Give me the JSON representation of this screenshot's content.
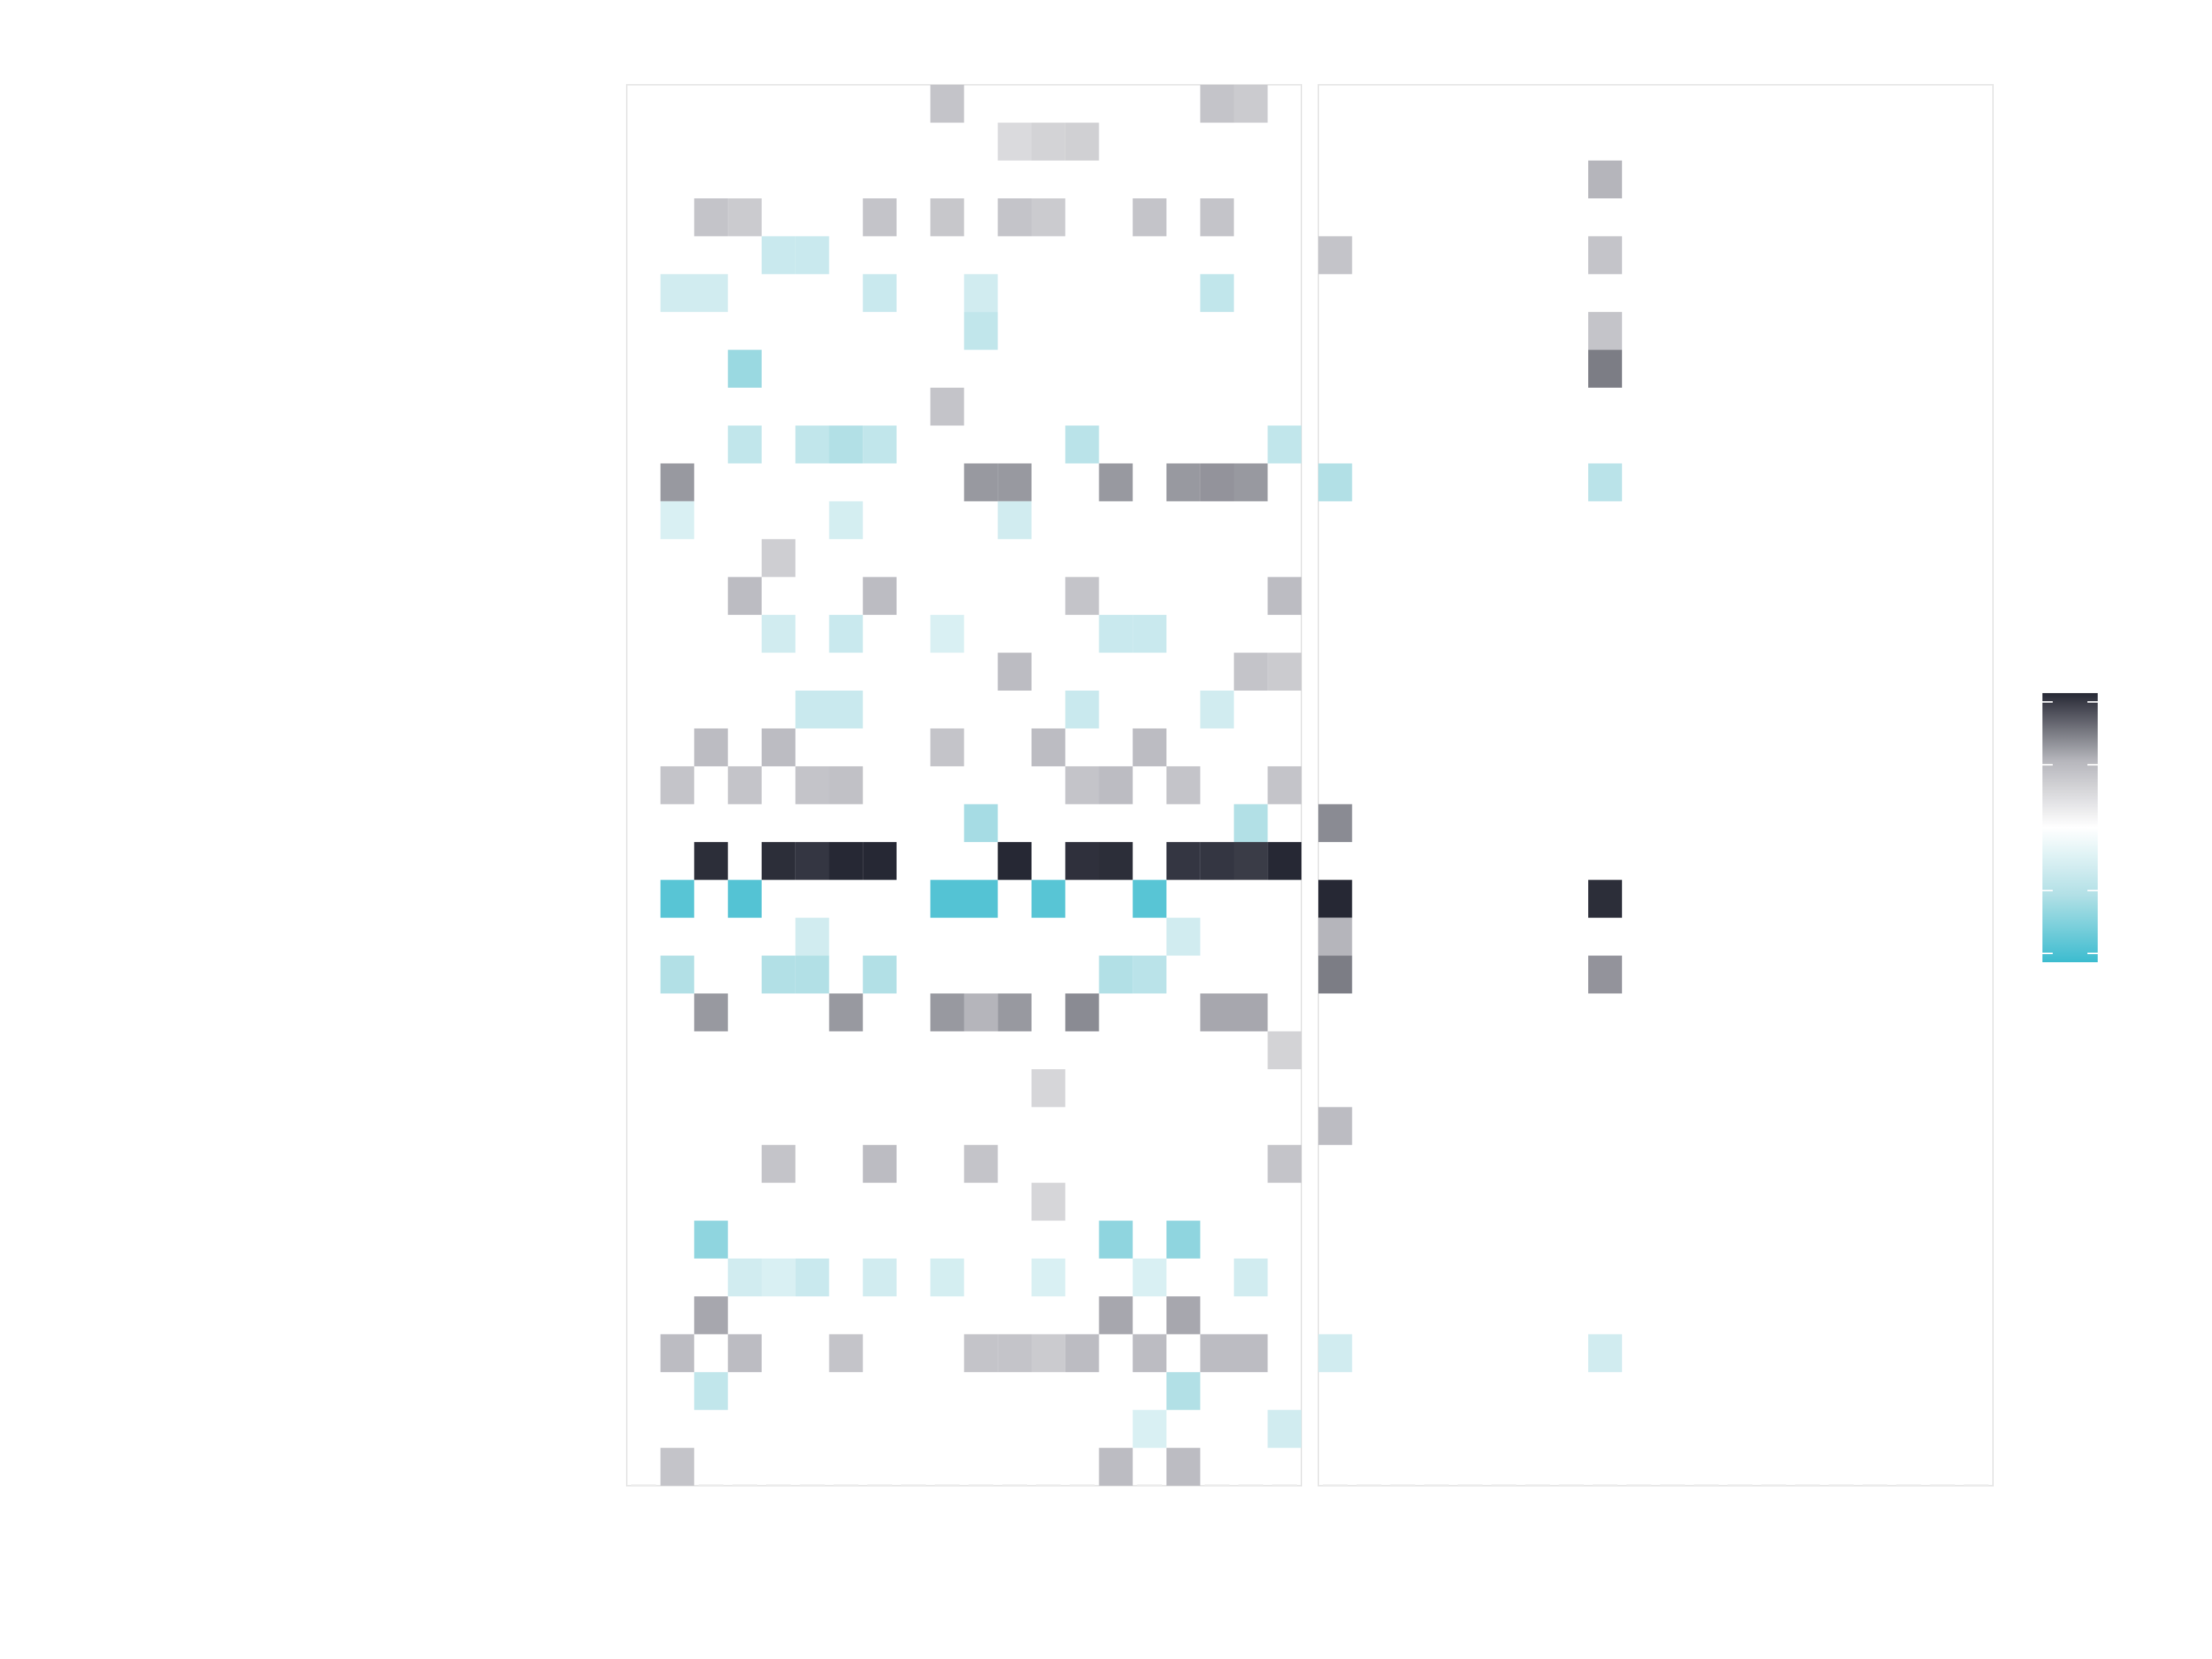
{
  "chart_data": {
    "type": "heatmap",
    "panels": [
      {
        "name": "",
        "rows": 37,
        "cols": 20,
        "cells": [
          [
            0,
            9,
            -0.4
          ],
          [
            0,
            17,
            -0.4
          ],
          [
            0,
            18,
            -0.35
          ],
          [
            1,
            11,
            -0.25
          ],
          [
            1,
            12,
            -0.3
          ],
          [
            1,
            13,
            -0.32
          ],
          [
            3,
            2,
            -0.4
          ],
          [
            3,
            3,
            -0.35
          ],
          [
            3,
            7,
            -0.4
          ],
          [
            3,
            9,
            -0.38
          ],
          [
            3,
            11,
            -0.4
          ],
          [
            3,
            12,
            -0.35
          ],
          [
            3,
            15,
            -0.4
          ],
          [
            3,
            17,
            -0.4
          ],
          [
            4,
            4,
            0.35
          ],
          [
            4,
            5,
            0.35
          ],
          [
            5,
            1,
            0.3
          ],
          [
            5,
            2,
            0.3
          ],
          [
            5,
            7,
            0.35
          ],
          [
            5,
            10,
            0.3
          ],
          [
            5,
            17,
            0.4
          ],
          [
            6,
            10,
            0.4
          ],
          [
            7,
            3,
            0.6
          ],
          [
            8,
            9,
            -0.4
          ],
          [
            9,
            3,
            0.4
          ],
          [
            9,
            5,
            0.4
          ],
          [
            9,
            6,
            0.5
          ],
          [
            9,
            7,
            0.4
          ],
          [
            9,
            13,
            0.45
          ],
          [
            9,
            19,
            0.4
          ],
          [
            10,
            1,
            -0.6
          ],
          [
            10,
            10,
            -0.6
          ],
          [
            10,
            11,
            -0.6
          ],
          [
            10,
            14,
            -0.6
          ],
          [
            10,
            16,
            -0.6
          ],
          [
            10,
            17,
            -0.62
          ],
          [
            10,
            18,
            -0.6
          ],
          [
            11,
            1,
            0.25
          ],
          [
            11,
            6,
            0.28
          ],
          [
            11,
            11,
            0.3
          ],
          [
            12,
            4,
            -0.33
          ],
          [
            13,
            3,
            -0.45
          ],
          [
            13,
            7,
            -0.45
          ],
          [
            13,
            13,
            -0.4
          ],
          [
            13,
            19,
            -0.45
          ],
          [
            14,
            4,
            0.3
          ],
          [
            14,
            6,
            0.35
          ],
          [
            14,
            9,
            0.25
          ],
          [
            14,
            14,
            0.35
          ],
          [
            14,
            15,
            0.35
          ],
          [
            15,
            11,
            -0.45
          ],
          [
            15,
            18,
            -0.4
          ],
          [
            15,
            19,
            -0.35
          ],
          [
            16,
            5,
            0.35
          ],
          [
            16,
            6,
            0.35
          ],
          [
            16,
            13,
            0.35
          ],
          [
            16,
            17,
            0.3
          ],
          [
            17,
            2,
            -0.45
          ],
          [
            17,
            4,
            -0.45
          ],
          [
            17,
            9,
            -0.4
          ],
          [
            17,
            12,
            -0.45
          ],
          [
            17,
            15,
            -0.45
          ],
          [
            18,
            1,
            -0.4
          ],
          [
            18,
            3,
            -0.4
          ],
          [
            18,
            5,
            -0.4
          ],
          [
            18,
            6,
            -0.42
          ],
          [
            18,
            13,
            -0.4
          ],
          [
            18,
            14,
            -0.45
          ],
          [
            18,
            16,
            -0.4
          ],
          [
            18,
            19,
            -0.4
          ],
          [
            19,
            10,
            0.55
          ],
          [
            19,
            18,
            0.5
          ],
          [
            20,
            2,
            -0.98
          ],
          [
            20,
            4,
            -0.98
          ],
          [
            20,
            5,
            -0.95
          ],
          [
            20,
            6,
            -1.0
          ],
          [
            20,
            7,
            -1.0
          ],
          [
            20,
            11,
            -1.0
          ],
          [
            20,
            13,
            -0.97
          ],
          [
            20,
            14,
            -0.98
          ],
          [
            20,
            16,
            -0.95
          ],
          [
            20,
            17,
            -0.95
          ],
          [
            20,
            18,
            -0.93
          ],
          [
            20,
            19,
            -1.0
          ],
          [
            21,
            1,
            0.88
          ],
          [
            21,
            3,
            0.9
          ],
          [
            21,
            9,
            0.9
          ],
          [
            21,
            10,
            0.9
          ],
          [
            21,
            12,
            0.88
          ],
          [
            21,
            15,
            0.88
          ],
          [
            22,
            5,
            0.3
          ],
          [
            22,
            16,
            0.3
          ],
          [
            23,
            1,
            0.5
          ],
          [
            23,
            4,
            0.5
          ],
          [
            23,
            5,
            0.5
          ],
          [
            23,
            7,
            0.5
          ],
          [
            23,
            14,
            0.5
          ],
          [
            23,
            15,
            0.45
          ],
          [
            24,
            2,
            -0.6
          ],
          [
            24,
            6,
            -0.6
          ],
          [
            24,
            9,
            -0.6
          ],
          [
            24,
            10,
            -0.5
          ],
          [
            24,
            11,
            -0.6
          ],
          [
            24,
            13,
            -0.65
          ],
          [
            24,
            17,
            -0.55
          ],
          [
            24,
            18,
            -0.55
          ],
          [
            25,
            19,
            -0.3
          ],
          [
            26,
            12,
            -0.28
          ],
          [
            28,
            4,
            -0.4
          ],
          [
            28,
            7,
            -0.45
          ],
          [
            28,
            10,
            -0.4
          ],
          [
            28,
            19,
            -0.4
          ],
          [
            29,
            12,
            -0.28
          ],
          [
            30,
            2,
            0.65
          ],
          [
            30,
            14,
            0.65
          ],
          [
            30,
            16,
            0.65
          ],
          [
            31,
            3,
            0.3
          ],
          [
            31,
            4,
            0.25
          ],
          [
            31,
            5,
            0.35
          ],
          [
            31,
            7,
            0.3
          ],
          [
            31,
            9,
            0.28
          ],
          [
            31,
            12,
            0.25
          ],
          [
            31,
            15,
            0.25
          ],
          [
            31,
            18,
            0.3
          ],
          [
            32,
            2,
            -0.55
          ],
          [
            32,
            14,
            -0.55
          ],
          [
            32,
            16,
            -0.55
          ],
          [
            33,
            1,
            -0.45
          ],
          [
            33,
            3,
            -0.45
          ],
          [
            33,
            6,
            -0.4
          ],
          [
            33,
            10,
            -0.4
          ],
          [
            33,
            11,
            -0.4
          ],
          [
            33,
            12,
            -0.35
          ],
          [
            33,
            13,
            -0.45
          ],
          [
            33,
            15,
            -0.45
          ],
          [
            33,
            17,
            -0.45
          ],
          [
            33,
            18,
            -0.45
          ],
          [
            34,
            2,
            0.4
          ],
          [
            34,
            16,
            0.5
          ],
          [
            35,
            15,
            0.25
          ],
          [
            35,
            19,
            0.3
          ],
          [
            36,
            1,
            -0.4
          ],
          [
            36,
            14,
            -0.45
          ],
          [
            36,
            16,
            -0.45
          ]
        ]
      },
      {
        "name": "",
        "rows": 37,
        "cols": 20,
        "cells": [
          [
            2,
            8,
            -0.5
          ],
          [
            4,
            0,
            -0.4
          ],
          [
            4,
            8,
            -0.4
          ],
          [
            6,
            8,
            -0.4
          ],
          [
            7,
            8,
            -0.7
          ],
          [
            10,
            0,
            0.5
          ],
          [
            10,
            8,
            0.45
          ],
          [
            19,
            0,
            -0.65
          ],
          [
            21,
            0,
            -1.0
          ],
          [
            21,
            8,
            -0.98
          ],
          [
            22,
            0,
            -0.5
          ],
          [
            23,
            0,
            -0.7
          ],
          [
            23,
            8,
            -0.62
          ],
          [
            27,
            0,
            -0.45
          ],
          [
            33,
            0,
            0.3
          ],
          [
            33,
            8,
            0.3
          ]
        ]
      }
    ],
    "colorbar": {
      "min": -1,
      "max": 1,
      "colors": {
        "high": "#262834",
        "mid_dark": "#8a8a93",
        "zero": "#ffffff",
        "mid_light": "#b2e0e6",
        "low": "#3cbccf"
      }
    },
    "title": "",
    "xlabel": "",
    "ylabel": "",
    "grid": false,
    "legend_position": "right"
  }
}
